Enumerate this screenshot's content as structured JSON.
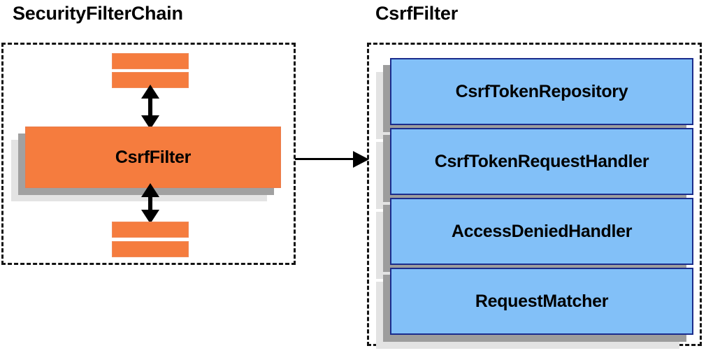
{
  "diagram": {
    "type": "architecture-diagram",
    "background_color": "#FFFFFF",
    "colors": {
      "orange_fill": "#F57C3E",
      "blue_fill": "#82C0F8",
      "blue_border": "#1B2C8C",
      "shadow_mid": "#9D9D9D",
      "shadow_back": "#E3E3E3",
      "border_dashed": "#141414",
      "text": "#000000"
    }
  },
  "left_panel": {
    "title": "SecurityFilterChain",
    "main_box_label": "CsrfFilter",
    "filter_bars": [
      {
        "position": "top-1"
      },
      {
        "position": "top-2"
      },
      {
        "position": "bottom-1"
      },
      {
        "position": "bottom-2"
      }
    ],
    "arrows": [
      {
        "name": "top-bidirectional-arrow",
        "direction": "vertical-double"
      },
      {
        "name": "bottom-bidirectional-arrow",
        "direction": "vertical-double"
      }
    ]
  },
  "connector": {
    "name": "csrf-filter-to-details-arrow",
    "direction": "right"
  },
  "right_panel": {
    "title": "CsrfFilter",
    "components": [
      {
        "label": "CsrfTokenRepository"
      },
      {
        "label": "CsrfTokenRequestHandler"
      },
      {
        "label": "AccessDeniedHandler"
      },
      {
        "label": "RequestMatcher"
      }
    ]
  }
}
